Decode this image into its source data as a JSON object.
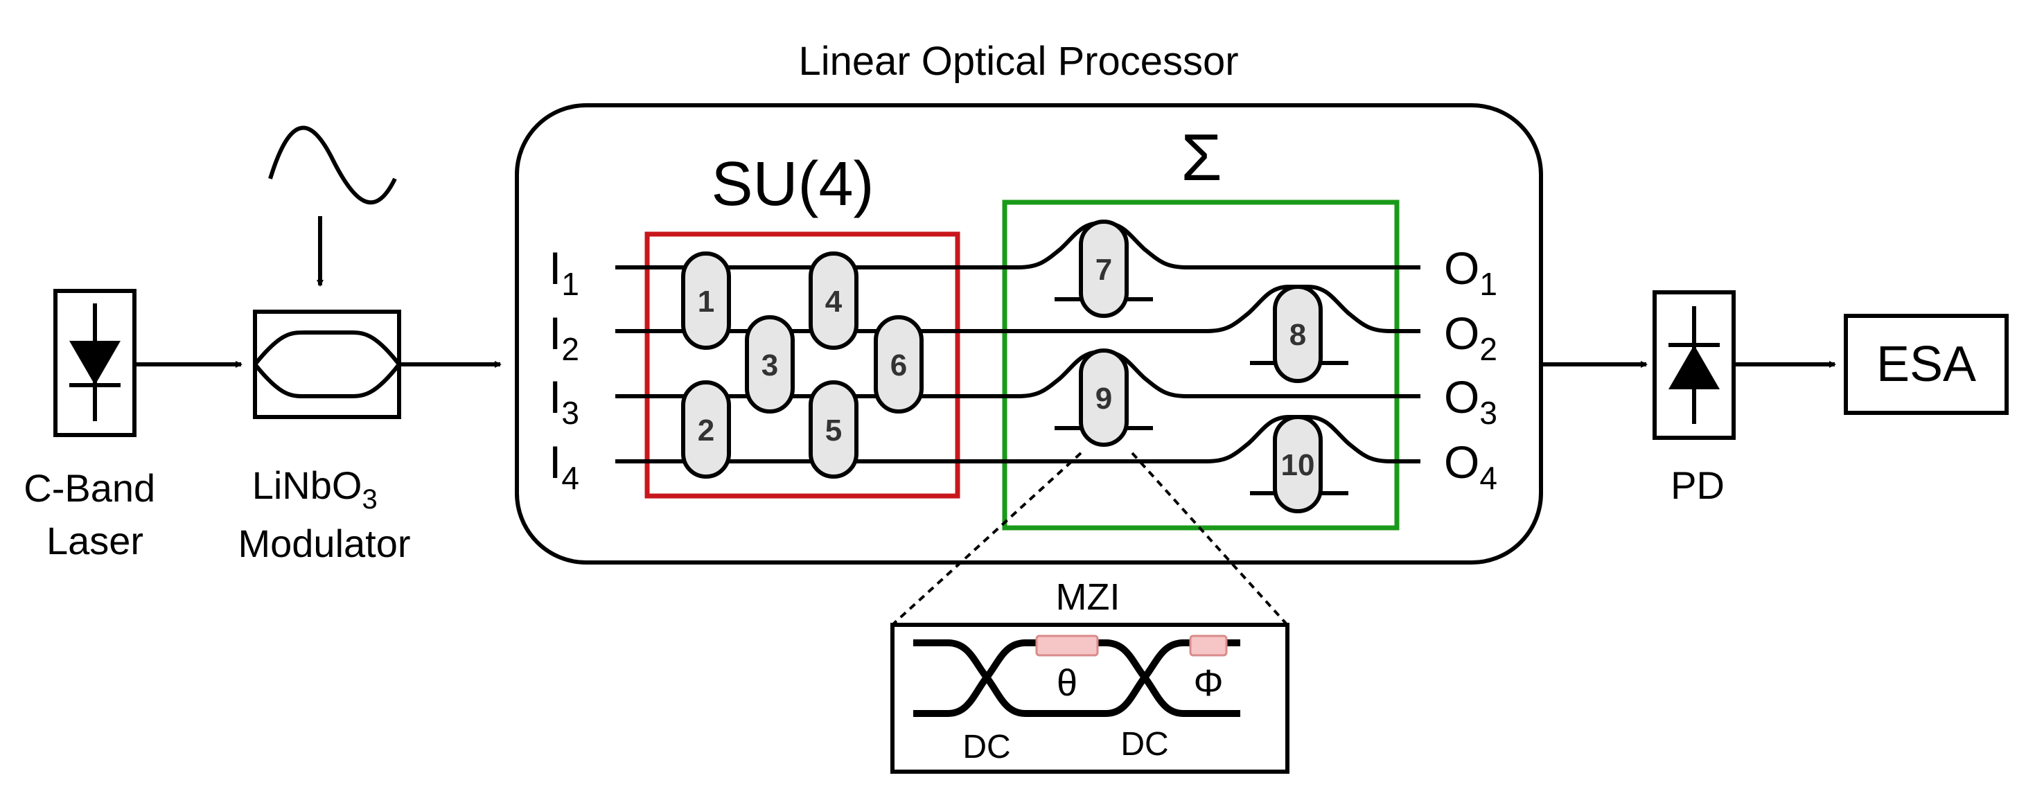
{
  "title": "Linear Optical Processor",
  "laser": {
    "label_line1": "C-Band",
    "label_line2": "Laser"
  },
  "modulator": {
    "label_base": "LiNbO",
    "label_sub": "3",
    "label_line2": "Modulator"
  },
  "processor": {
    "su4_label": "SU(4)",
    "sigma_label": "Σ",
    "inputs": [
      {
        "base": "I",
        "sub": "1"
      },
      {
        "base": "I",
        "sub": "2"
      },
      {
        "base": "I",
        "sub": "3"
      },
      {
        "base": "I",
        "sub": "4"
      }
    ],
    "outputs": [
      {
        "base": "O",
        "sub": "1"
      },
      {
        "base": "O",
        "sub": "2"
      },
      {
        "base": "O",
        "sub": "3"
      },
      {
        "base": "O",
        "sub": "4"
      }
    ],
    "mzi_numbers": [
      "1",
      "2",
      "3",
      "4",
      "5",
      "6",
      "7",
      "8",
      "9",
      "10"
    ]
  },
  "detector": {
    "label": "PD"
  },
  "analyzer": {
    "label": "ESA"
  },
  "mzi_inset": {
    "title": "MZI",
    "theta": "θ",
    "phi": "Φ",
    "dc_left": "DC",
    "dc_right": "DC"
  },
  "colors": {
    "su4_box": "#c8171c",
    "sigma_box": "#1a9a1a",
    "mzi_fill": "#e6e6e6",
    "phase_shifter": "#f6c5c5",
    "phase_shifter_stroke": "#d98a8a"
  }
}
